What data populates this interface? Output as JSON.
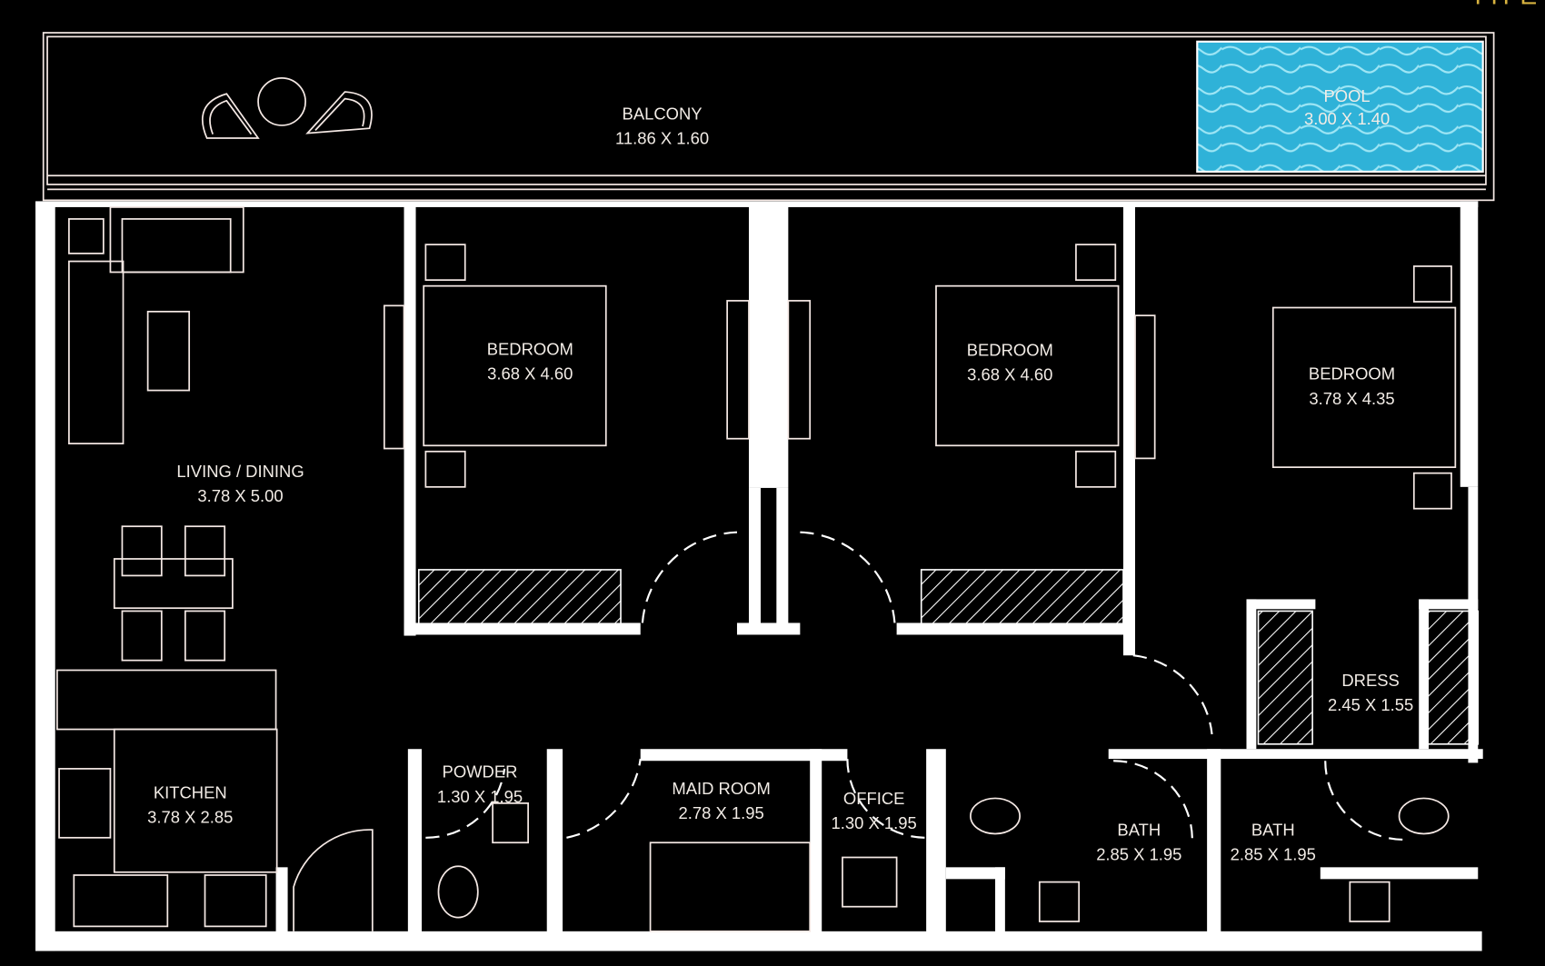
{
  "header": {
    "type_label": "TYPE"
  },
  "colors": {
    "background": "#000000",
    "walls": "#ffffff",
    "pool": "#3cc0e0",
    "type_label": "#d8b340"
  },
  "rooms": [
    {
      "name": "BALCONY",
      "size": "11.86 X 1.60"
    },
    {
      "name": "POOL",
      "size": "3.00 X 1.40"
    },
    {
      "name": "LIVING / DINING",
      "size": "3.78 X 5.00"
    },
    {
      "name": "BEDROOM",
      "size": "3.68 X 4.60"
    },
    {
      "name": "BEDROOM",
      "size": "3.68 X 4.60"
    },
    {
      "name": "BEDROOM",
      "size": "3.78 X 4.35"
    },
    {
      "name": "DRESS",
      "size": "2.45 X 1.55"
    },
    {
      "name": "KITCHEN",
      "size": "3.78 X 2.85"
    },
    {
      "name": "POWDER",
      "size": "1.30 X 1.95"
    },
    {
      "name": "MAID ROOM",
      "size": "2.78 X 1.95"
    },
    {
      "name": "OFFICE",
      "size": "1.30 X 1.95"
    },
    {
      "name": "BATH",
      "size": "2.85 X 1.95"
    },
    {
      "name": "BATH",
      "size": "2.85 X 1.95"
    }
  ]
}
